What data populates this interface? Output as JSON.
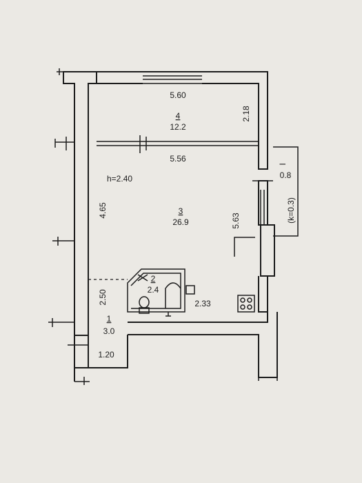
{
  "plan": {
    "ceiling_height": "h=2.40",
    "rooms": [
      {
        "number": "4",
        "area": "12.2"
      },
      {
        "number": "3",
        "area": "26.9"
      },
      {
        "number": "2",
        "area": "2.4"
      },
      {
        "number": "1",
        "area": "3.0"
      },
      {
        "number": "I",
        "area": "0.8"
      }
    ],
    "dimensions": {
      "top_width": "5.60",
      "balcony_depth": "2.18",
      "main_width": "5.56",
      "left_length": "4.65",
      "right_length": "5.63",
      "hall_length": "2.50",
      "kitchen_width": "2.33",
      "entrance_width": "1.20"
    },
    "coefficient": "(k=0.3)"
  },
  "colors": {
    "paper": "#ebe9e4",
    "ink": "#1c1c1c"
  }
}
